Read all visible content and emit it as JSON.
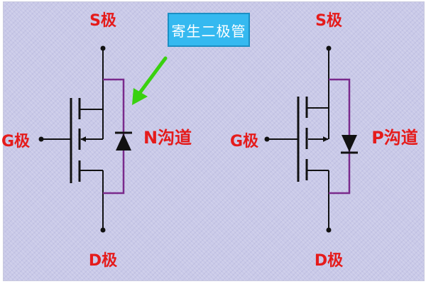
{
  "callout": {
    "text": "寄生二极管"
  },
  "left_symbol": {
    "source_label": "S极",
    "gate_label": "G极",
    "drain_label": "D极",
    "channel_label": "N沟道"
  },
  "right_symbol": {
    "source_label": "S极",
    "gate_label": "G极",
    "drain_label": "D极",
    "channel_label": "P沟道"
  },
  "colors": {
    "label_red": "#e51b1b",
    "diode_wire_purple": "#7a2a8c",
    "callout_blue": "#35b9f0",
    "arrow_green": "#39d10f",
    "background": "#c9c9e8"
  },
  "icons": {
    "left_diode": "diode-cathode-up-icon",
    "right_diode": "diode-cathode-down-icon",
    "callout_arrow": "green-arrow-icon"
  }
}
